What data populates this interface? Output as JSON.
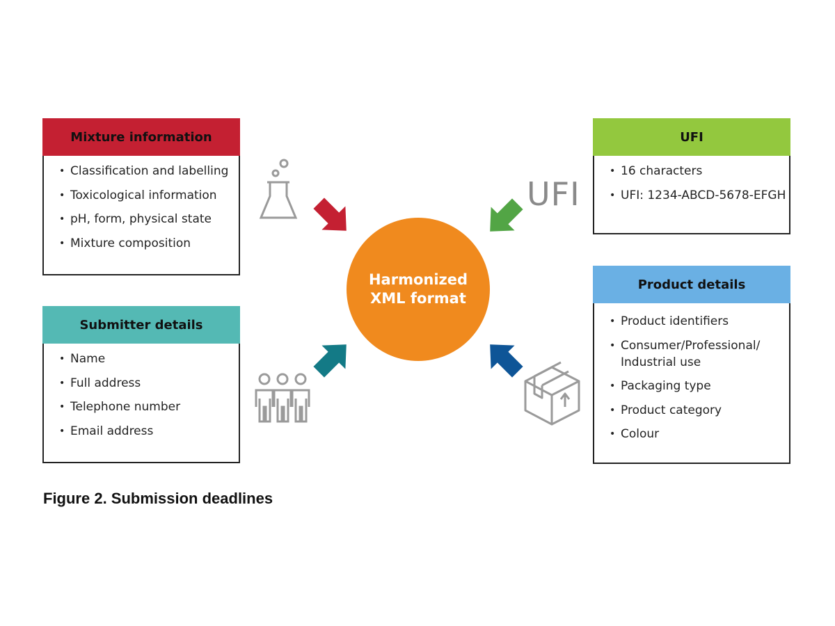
{
  "hub": {
    "label": "Harmonized\nXML format",
    "color": "#F08A1E"
  },
  "boxes": {
    "mixture": {
      "title": "Mixture information",
      "color": "#C42032",
      "items": [
        "Classification and labelling",
        "Toxicological information",
        "pH, form, physical state",
        "Mixture composition"
      ]
    },
    "submitter": {
      "title": "Submitter details",
      "color": "#54B9B4",
      "items": [
        "Name",
        "Full address",
        "Telephone number",
        "Email address"
      ]
    },
    "ufi": {
      "title": "UFI",
      "color": "#93C83E",
      "items": [
        "16 characters",
        "UFI: 1234-ABCD-5678-EFGH"
      ]
    },
    "product": {
      "title": "Product details",
      "color": "#6AB0E4",
      "items": [
        "Product identifiers",
        "Consumer/Professional/\nIndustrial use",
        "Packaging type",
        "Product category",
        "Colour"
      ]
    }
  },
  "icons": {
    "flask": "flask-icon",
    "ufi_text": "UFI",
    "people": "people-icon",
    "box": "package-icon"
  },
  "arrows": {
    "mixture": "#C42032",
    "ufi": "#52A545",
    "submitter": "#137A86",
    "product": "#0E5597"
  },
  "caption": "Figure 2. Submission deadlines"
}
